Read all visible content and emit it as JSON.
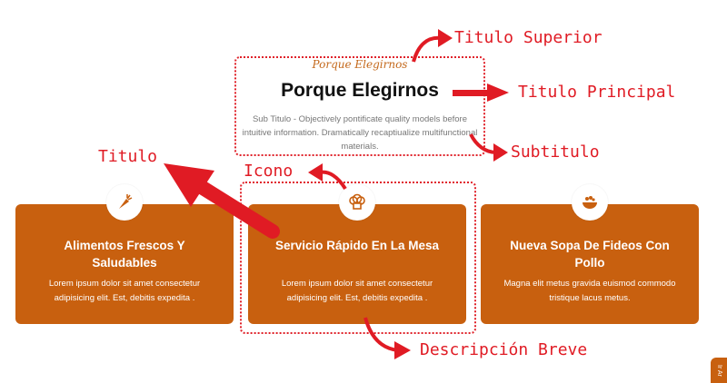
{
  "header": {
    "upper_title": "Porque Elegirnos",
    "main_title": "Porque Elegirnos",
    "subtitle": "Sub Titulo - Objectively pontificate quality models before intuitive information. Dramatically recaptiualize multifunctional materials."
  },
  "cards": [
    {
      "icon": "carrot-icon",
      "title": "Alimentos Frescos Y Saludables",
      "description": "Lorem ipsum dolor sit amet consectetur adipisicing elit. Est, debitis expedita ."
    },
    {
      "icon": "chef-hat-icon",
      "title": "Servicio Rápido En La Mesa",
      "description": "Lorem ipsum dolor sit amet consectetur adipisicing elit. Est, debitis expedita ."
    },
    {
      "icon": "soup-bowl-icon",
      "title": "Nueva Sopa De Fideos Con Pollo",
      "description": "Magna elit metus gravida euismod commodo tristique lacus metus."
    }
  ],
  "annotations": {
    "titulo_superior": "Titulo Superior",
    "titulo_principal": "Titulo Principal",
    "subtitulo": "Subtitulo",
    "titulo": "Titulo",
    "icono": "Icono",
    "descripcion_breve": "Descripción Breve"
  },
  "side_tab": "Ir Ar",
  "colors": {
    "card_bg": "#c8600f",
    "annotation_red": "#e01b24",
    "upper_title": "#c4691c"
  }
}
